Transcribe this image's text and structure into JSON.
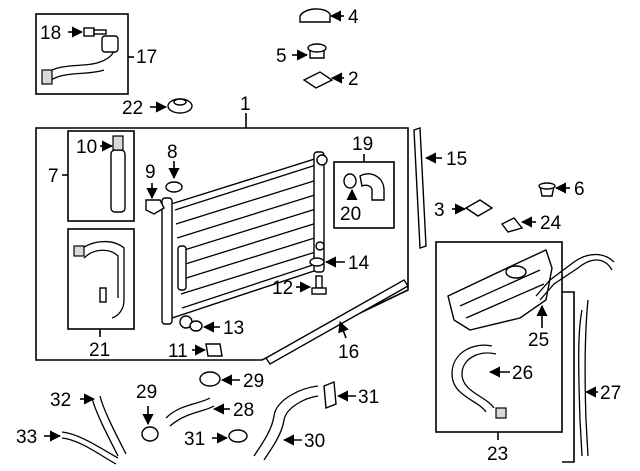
{
  "callouts": {
    "c1": "1",
    "c2": "2",
    "c3": "3",
    "c4": "4",
    "c5": "5",
    "c6": "6",
    "c7": "7",
    "c8": "8",
    "c9": "9",
    "c10": "10",
    "c11": "11",
    "c12": "12",
    "c13": "13",
    "c14": "14",
    "c15": "15",
    "c16": "16",
    "c17": "17",
    "c18": "18",
    "c19": "19",
    "c20": "20",
    "c21": "21",
    "c22": "22",
    "c23": "23",
    "c24": "24",
    "c25": "25",
    "c26": "26",
    "c27": "27",
    "c28": "28",
    "c29a": "29",
    "c29b": "29",
    "c30": "30",
    "c31a": "31",
    "c31b": "31",
    "c32": "32",
    "c33": "33"
  }
}
